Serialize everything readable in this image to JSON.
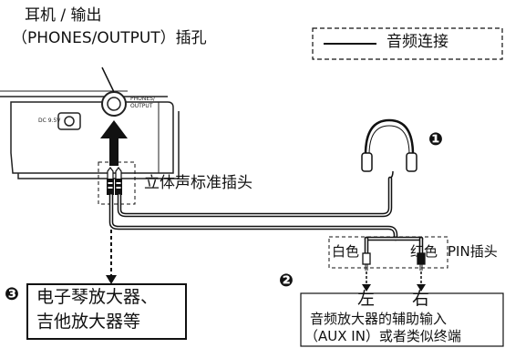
{
  "jack_label": {
    "line1": "耳机 / 输出",
    "line2": "（PHONES/OUTPUT）插孔"
  },
  "legend": {
    "text": "音频连接"
  },
  "device": {
    "dc_label": "DC 9.5V",
    "phones_label_1": "PHONES/",
    "phones_label_2": "OUTPUT"
  },
  "headphones_marker": "❶",
  "stereo_plug_label": "立体声标准插头",
  "pin_plug": {
    "white_label": "白色",
    "red_label": "红色",
    "pin_label": "PIN插头"
  },
  "audio_amp": {
    "marker": "❷",
    "left": "左",
    "right": "右",
    "line1": "音频放大器的辅助输入",
    "line2": "（AUX IN）或者类似终端"
  },
  "instrument_amp": {
    "marker": "❸",
    "line1": "电子琴放大器、",
    "line2": "吉他放大器等"
  }
}
